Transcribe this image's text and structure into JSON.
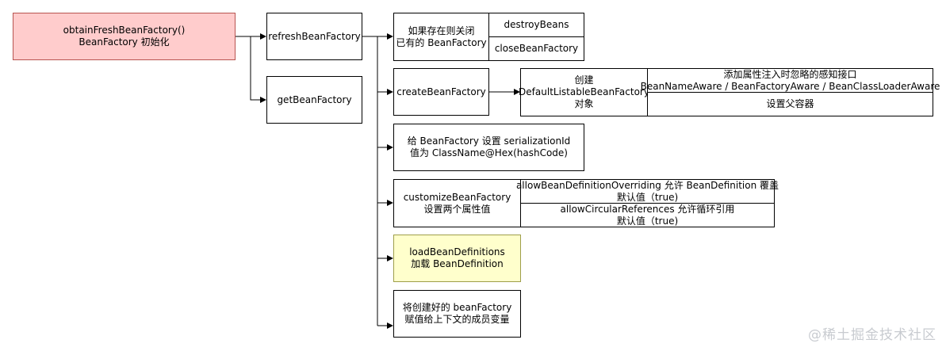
{
  "root": {
    "line1": "obtainFreshBeanFactory()",
    "line2": "BeanFactory 初始化"
  },
  "refresh": {
    "label": "refreshBeanFactory"
  },
  "get": {
    "label": "getBeanFactory"
  },
  "closeIfExists": {
    "line1": "如果存在则关闭",
    "line2": "已有的 BeanFactory",
    "destroy": "destroyBeans",
    "close": "closeBeanFactory"
  },
  "create": {
    "label": "createBeanFactory",
    "obj_line1": "创建",
    "obj_line2": "DefaultListableBeanFactory",
    "obj_line3": "对象",
    "ignore_line1": "添加属性注入时忽略的感知接口",
    "ignore_line2": "BeanNameAware / BeanFactoryAware / BeanClassLoaderAware",
    "parent": "设置父容器"
  },
  "serial": {
    "line1": "给 BeanFactory 设置 serializationId",
    "line2": "值为 ClassName@Hex(hashCode)"
  },
  "customize": {
    "line1": "customizeBeanFactory",
    "line2": "设置两个属性值",
    "p1_line1": "allowBeanDefinitionOverriding 允许 BeanDefinition 覆盖",
    "p1_line2": "默认值（true)",
    "p2_line1": "allowCircularReferences 允许循环引用",
    "p2_line2": "默认值（true)"
  },
  "load": {
    "line1": "loadBeanDefinitions",
    "line2": "加载 BeanDefinition"
  },
  "assign": {
    "line1": "将创建好的 beanFactory",
    "line2": "赋值给上下文的成员变量"
  },
  "watermark": "@稀土掘金技术社区",
  "colors": {
    "root_fill": "#ffcccc",
    "root_stroke": "#b85450",
    "load_fill": "#ffffcc"
  }
}
